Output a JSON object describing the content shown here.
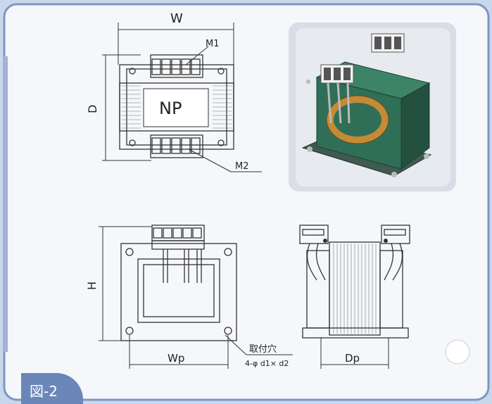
{
  "figure_label": "図-2",
  "labels": {
    "w": "W",
    "d": "D",
    "m1": "M1",
    "m2": "M2",
    "np": "NP",
    "h": "H",
    "wp": "Wp",
    "dp": "Dp",
    "mounting_hole": "取付穴",
    "hole_spec": "4-φ d1× d2"
  },
  "colors": {
    "background": "#c9d7ec",
    "panel": "#f5f7fa",
    "panel_border": "#7d97c3",
    "tag": "#6b86b8",
    "transformer_body": "#2f6f57"
  }
}
